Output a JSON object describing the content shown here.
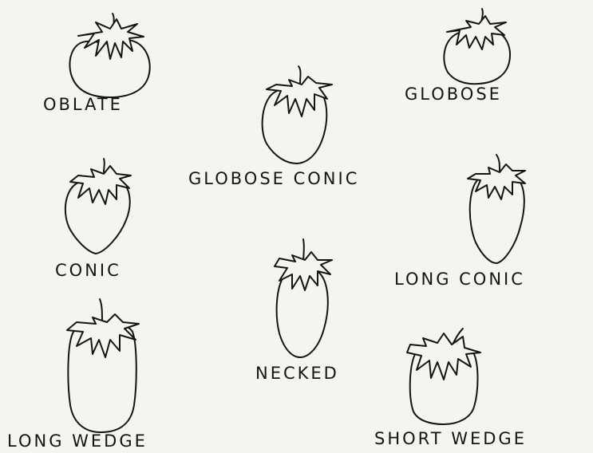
{
  "colors": {
    "paper": "#f6f4ee",
    "ink": "#141414"
  },
  "shapes": [
    {
      "id": "oblate",
      "label": "OBLATE"
    },
    {
      "id": "globose",
      "label": "GLOBOSE"
    },
    {
      "id": "globose-conic",
      "label": "GLOBOSE CONIC"
    },
    {
      "id": "conic",
      "label": "CONIC"
    },
    {
      "id": "long-conic",
      "label": "LONG CONIC"
    },
    {
      "id": "necked",
      "label": "NECKED"
    },
    {
      "id": "long-wedge",
      "label": "LONG WEDGE"
    },
    {
      "id": "short-wedge",
      "label": "SHORT WEDGE"
    }
  ]
}
